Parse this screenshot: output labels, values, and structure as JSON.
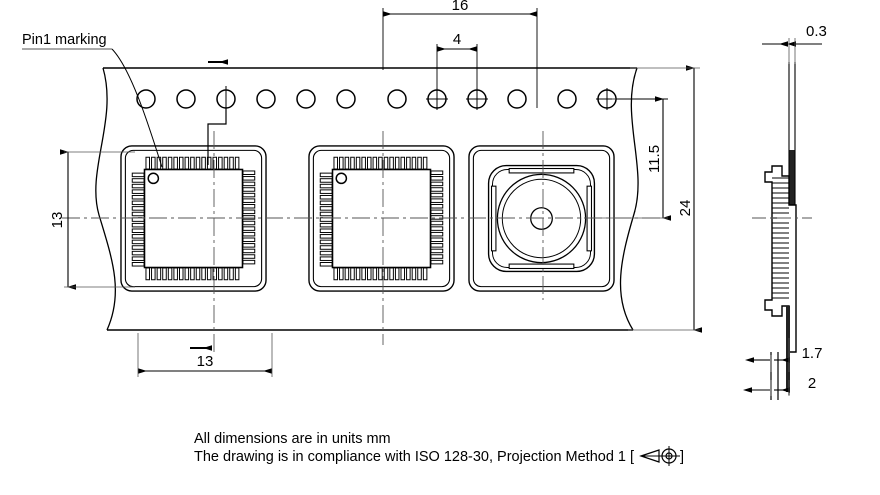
{
  "drawing": {
    "title": "Tape and reel packaging outline drawing",
    "labels": {
      "pin1_marking": "Pin1 marking"
    },
    "notes": [
      "All dimensions are in units mm",
      "The drawing is in compliance with ISO 128-30, Projection Method 1 ["
    ],
    "notes_suffix": "]",
    "dimensions": {
      "tape_pitch_major": "16",
      "sprocket_pitch": "4",
      "pocket_width": "13",
      "pocket_height": "13",
      "hole_to_center": "11.5",
      "tape_width": "24",
      "cover_thickness": "0.3",
      "pocket_depth": "1.7",
      "tape_total_thickness": "2"
    },
    "units": "mm",
    "standard": "ISO 128-30",
    "projection_method": "Method 1",
    "colors": {
      "line": "#000000",
      "thin_line": "#555555",
      "background": "#ffffff"
    },
    "views": {
      "top_view_name": "top-view-carrier-tape",
      "side_view_name": "side-view-carrier-tape"
    },
    "components": {
      "package_type": "QFP",
      "package_count": 3,
      "filled_pockets": 2,
      "empty_pockets": 1,
      "leads_per_side": 17
    }
  }
}
